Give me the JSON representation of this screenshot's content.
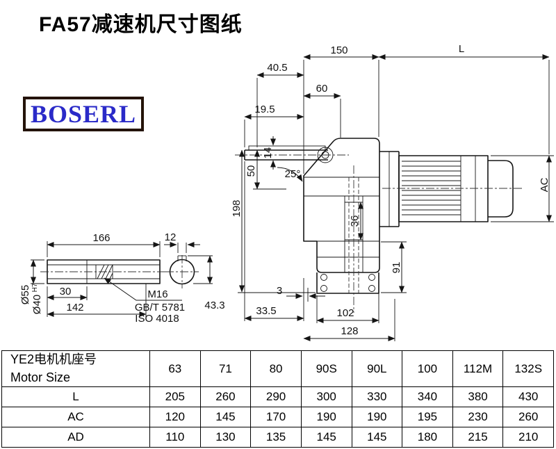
{
  "page": {
    "title": "FA57减速机尺寸图纸"
  },
  "logo": {
    "text": "BOSERL"
  },
  "drawing": {
    "main_view": {
      "d150": "150",
      "dL": "L",
      "d40_5": "40.5",
      "d60": "60",
      "d19_5": "19.5",
      "d50": "50",
      "d14": "14",
      "angle": "25°",
      "d198": "198",
      "d36": "36",
      "d91": "91",
      "dAC": "AC",
      "d3": "3",
      "d33_5": "33.5",
      "d102": "102",
      "d128": "128"
    },
    "shaft_view": {
      "d166": "166",
      "d30": "30",
      "d142": "142",
      "dia55": "Ø55",
      "dia40": "Ø40",
      "tol": "H7",
      "thread": "M16",
      "std1": "GB/T 5781",
      "std2": "ISO 4018",
      "d12": "12",
      "d43_3": "43.3"
    }
  },
  "table": {
    "header": {
      "line1": "YE2电机机座号",
      "line2": "Motor Size"
    },
    "sizes": [
      "63",
      "71",
      "80",
      "90S",
      "90L",
      "100",
      "112M",
      "132S"
    ],
    "rows": [
      {
        "label": "L",
        "values": [
          "205",
          "260",
          "290",
          "300",
          "330",
          "340",
          "380",
          "430"
        ]
      },
      {
        "label": "AC",
        "values": [
          "120",
          "145",
          "170",
          "190",
          "190",
          "195",
          "230",
          "260"
        ]
      },
      {
        "label": "AD",
        "values": [
          "110",
          "130",
          "135",
          "145",
          "145",
          "180",
          "215",
          "210"
        ]
      }
    ]
  }
}
